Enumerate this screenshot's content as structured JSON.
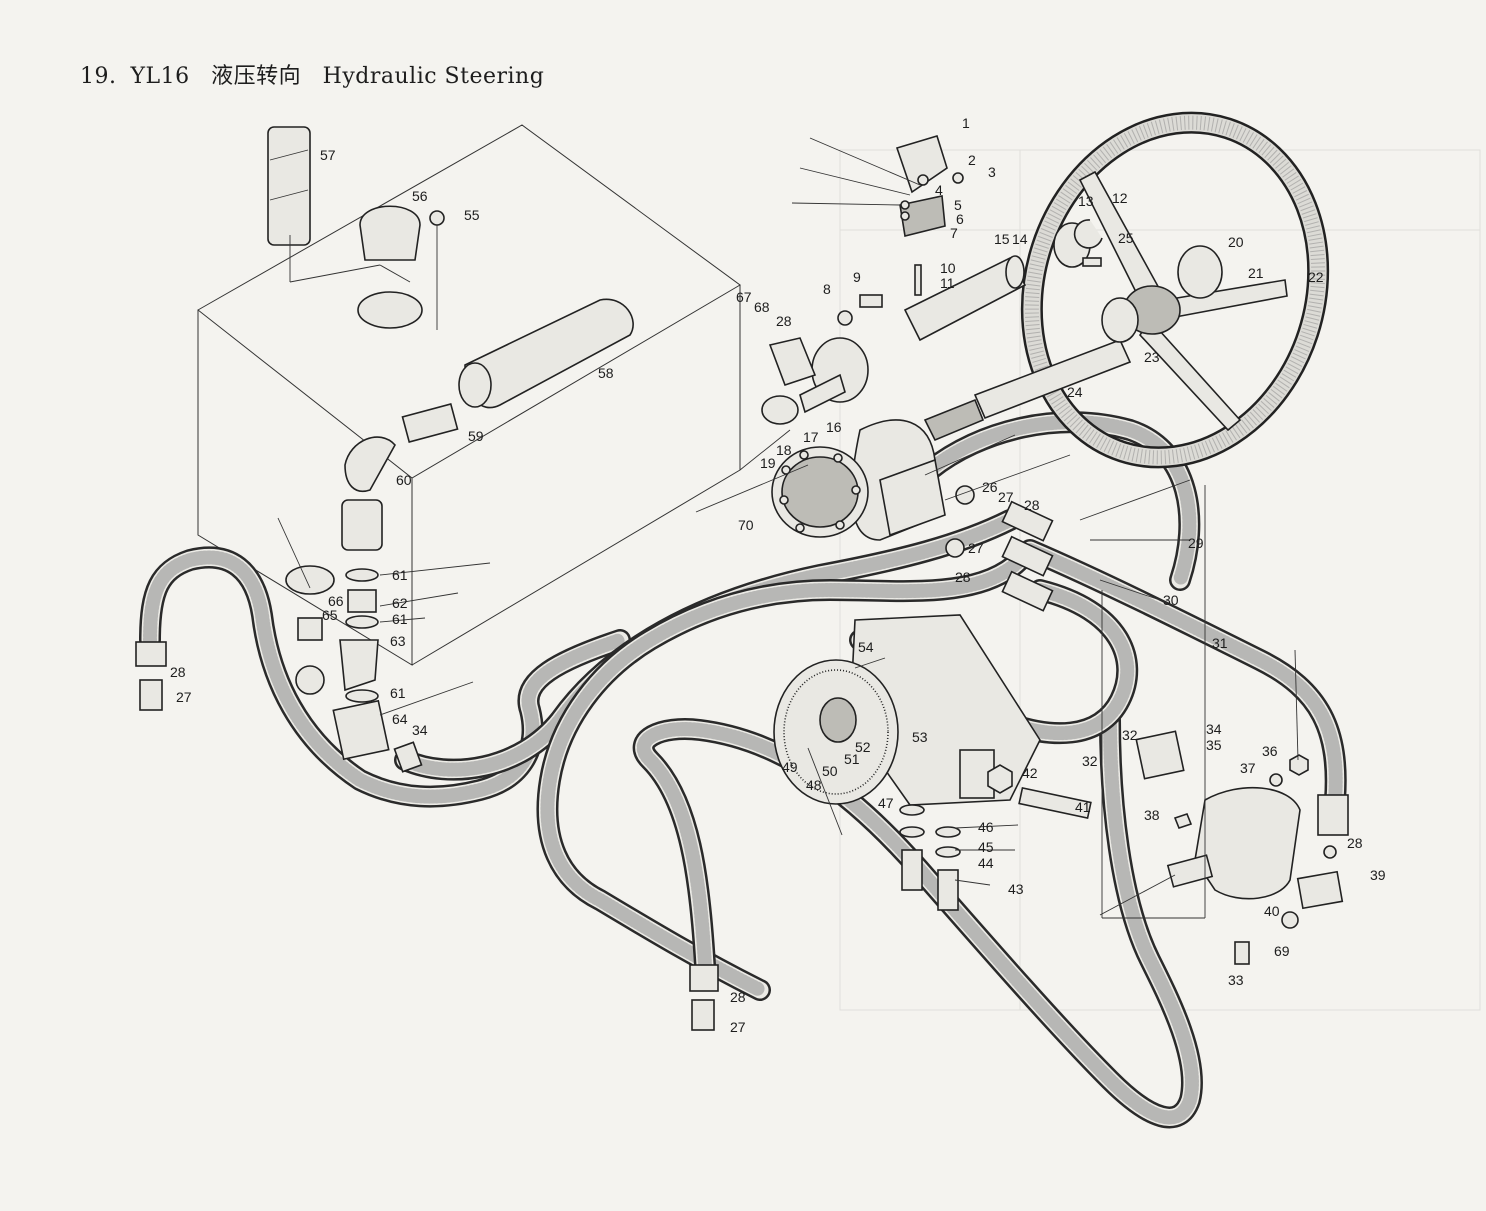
{
  "header": {
    "index": "19.",
    "model": "YL16",
    "title_cn": "液压转向",
    "title_en": "Hydraulic Steering"
  },
  "callouts": {
    "n1": "1",
    "n2": "2",
    "n3": "3",
    "n4": "4",
    "n5": "5",
    "n6": "6",
    "n7": "7",
    "n8": "8",
    "n9": "9",
    "n10": "10",
    "n11": "11",
    "n12": "12",
    "n13": "13",
    "n14": "14",
    "n15": "15",
    "n16": "16",
    "n17": "17",
    "n18": "18",
    "n19": "19",
    "n20": "20",
    "n21": "21",
    "n22": "22",
    "n23": "23",
    "n24": "24",
    "n25": "25",
    "n26": "26",
    "n27": "27",
    "n28": "28",
    "n29": "29",
    "n30": "30",
    "n31": "31",
    "n32": "32",
    "n33": "33",
    "n34": "34",
    "n35": "35",
    "n36": "36",
    "n37": "37",
    "n38": "38",
    "n39": "39",
    "n40": "40",
    "n41": "41",
    "n42": "42",
    "n43": "43",
    "n44": "44",
    "n45": "45",
    "n46": "46",
    "n47": "47",
    "n48": "48",
    "n49": "49",
    "n50": "50",
    "n51": "51",
    "n52": "52",
    "n53": "53",
    "n54": "54",
    "n55": "55",
    "n56": "56",
    "n57": "57",
    "n58": "58",
    "n59": "59",
    "n60": "60",
    "n61": "61",
    "n62": "62",
    "n63": "63",
    "n64": "64",
    "n65": "65",
    "n66": "66",
    "n67": "67",
    "n68": "68",
    "n69": "69",
    "n70": "70"
  },
  "colors": {
    "ink": "#1d1d1d",
    "paper": "#f4f3ef",
    "part_fill": "#e9e8e3",
    "shade": "#bdbcb6"
  }
}
